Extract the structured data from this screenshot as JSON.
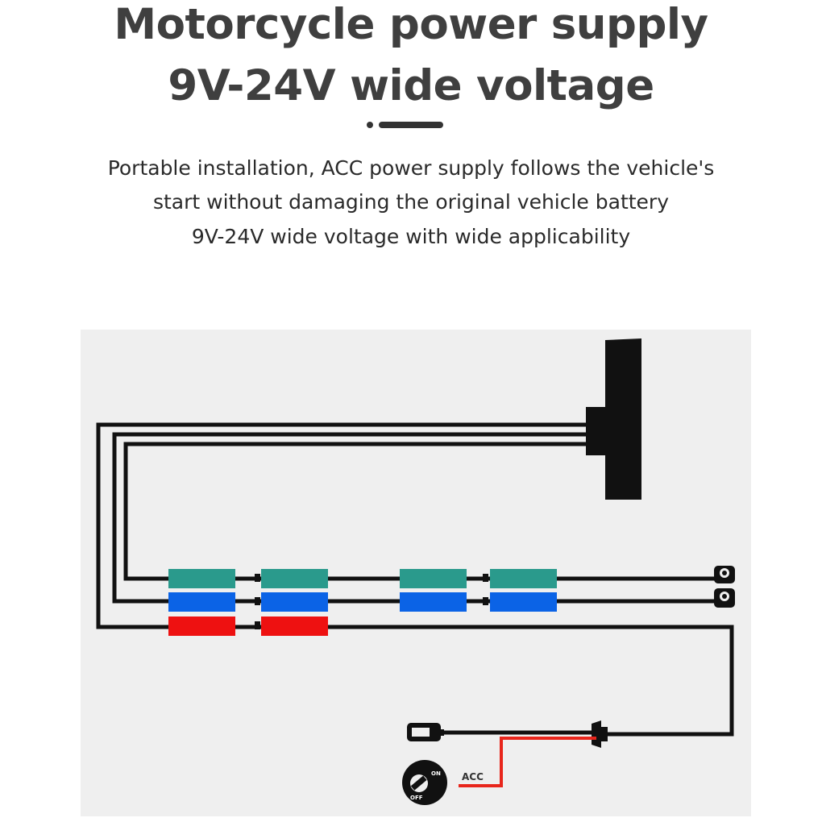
{
  "title": {
    "line1": "Motorcycle power supply",
    "line2": "9V-24V wide voltage"
  },
  "description": {
    "line1": "Portable installation, ACC power supply follows the vehicle's",
    "line2": "start without damaging the original vehicle battery",
    "line3": "9V-24V wide voltage with wide applicability"
  },
  "diagram": {
    "acc_label": "ACC",
    "ignition": {
      "on_label": "ON",
      "off_label": "OFF"
    },
    "colors": {
      "wire": "#111111",
      "connector_teal": "#2a9a8c",
      "connector_blue": "#0b63e6",
      "connector_red": "#ee1111",
      "acc_wire": "#e8261c",
      "panel": "#efefef"
    }
  }
}
